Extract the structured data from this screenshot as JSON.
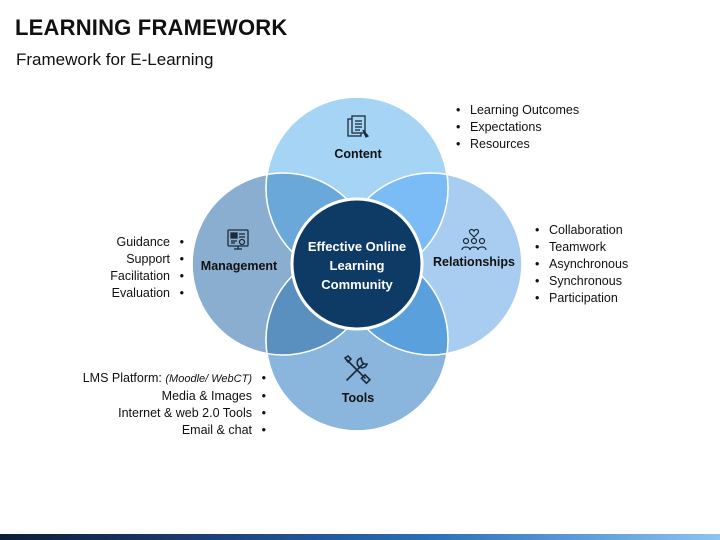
{
  "header": {
    "title": "LEARNING FRAMEWORK",
    "subtitle": "Framework for E-Learning"
  },
  "center": {
    "line1": "Effective Online",
    "line2": "Learning",
    "line3": "Community"
  },
  "circles": {
    "content": {
      "label": "Content",
      "icon": "document-icon",
      "color": "#a6d4f5"
    },
    "management": {
      "label": "Management",
      "icon": "dashboard-icon",
      "color": "#8aaed0"
    },
    "relationships": {
      "label": "Relationships",
      "icon": "team-icon",
      "color": "#a9cdf1"
    },
    "tools": {
      "label": "Tools",
      "icon": "tools-icon",
      "color": "#8ab6de"
    }
  },
  "lists": {
    "content": [
      "Learning Outcomes",
      "Expectations",
      "Resources"
    ],
    "relationships": [
      "Collaboration",
      "Teamwork",
      "Asynchronous",
      "Synchronous",
      "Participation"
    ],
    "management": [
      "Guidance",
      "Support",
      "Facilitation",
      "Evaluation"
    ],
    "tools": {
      "lms_label": "LMS Platform:",
      "lms_note": "(Moodle/ WebCT)",
      "items": [
        "Media & Images",
        "Internet & web 2.0 Tools",
        "Email & chat"
      ]
    }
  },
  "colors": {
    "center": "#0d3b66",
    "overlap": "#5a8fc0",
    "outline": "#ffffff"
  }
}
